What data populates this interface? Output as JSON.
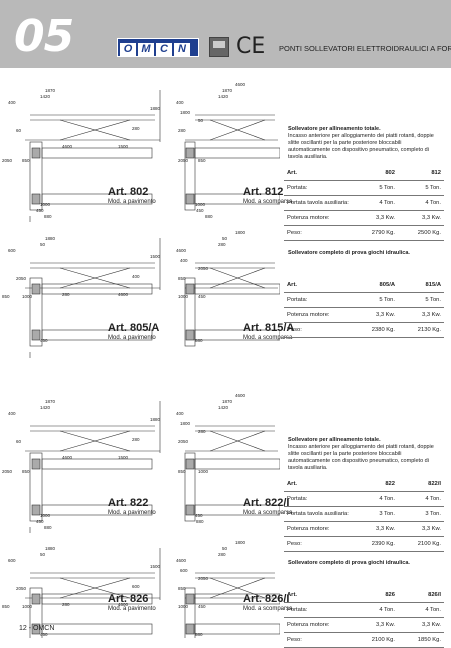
{
  "header": {
    "section_number": "05",
    "logo_letters": [
      "O",
      "M",
      "C",
      "N"
    ],
    "ce_mark": "CE",
    "title": "PONTI SOLLEVATORI ELETTROIDRAULICI A FORBICE"
  },
  "sections": [
    {
      "description_title": "Sollevatore per allineamento totale.",
      "description_text": "Incasso anteriore per alloggiamento dei piatti rotanti, doppie slitte oscillanti per la parte posteriore bloccabili automaticamente con dispositivo pneumatico, completo di tavola ausiliaria.",
      "art_floor": "Art. 802",
      "mod_floor": "Mod. a pavimento",
      "art_recess": "Art. 812",
      "mod_recess": "Mod. a scomparsa",
      "table": [
        [
          "Art.",
          "802",
          "812"
        ],
        [
          "Portata:",
          "5 Ton.",
          "5 Ton."
        ],
        [
          "Portata tavola ausiliaria:",
          "4 Ton.",
          "4 Ton."
        ],
        [
          "Potenza motore:",
          "3,3 Kw.",
          "3,3 Kw."
        ],
        [
          "Peso:",
          "2790 Kg.",
          "2500 Kg."
        ]
      ],
      "dims_left": [
        "1870",
        "1420",
        "400",
        "4600",
        "1500",
        "1880",
        "280",
        "60",
        "2050",
        "850",
        "1000",
        "450",
        "880"
      ],
      "dims_right": [
        "4600",
        "1870",
        "1420",
        "400",
        "1800",
        "50",
        "280",
        "2050",
        "850",
        "1000",
        "450",
        "880"
      ]
    },
    {
      "description_title": "Sollevatore completo di prova giochi idraulica.",
      "description_text": "",
      "art_floor": "Art. 805/A",
      "mod_floor": "Mod. a pavimento",
      "art_recess": "Art. 815/A",
      "mod_recess": "Mod. a scomparsa",
      "table": [
        [
          "Art.",
          "805/A",
          "815/A"
        ],
        [
          "Portata:",
          "5 Ton.",
          "5 Ton."
        ],
        [
          "Potenza motore:",
          "3,3 Kw.",
          "3,3 Kw."
        ],
        [
          "Peso:",
          "2380 Kg.",
          "2130 Kg."
        ]
      ],
      "dims_left": [
        "1880",
        "50",
        "600",
        "280",
        "4600",
        "1500",
        "400",
        "2050",
        "850",
        "1000",
        "450"
      ],
      "dims_right": [
        "1800",
        "50",
        "280",
        "4600",
        "400",
        "2050",
        "850",
        "1000",
        "450",
        "880"
      ]
    },
    {
      "description_title": "Sollevatore per allineamento totale.",
      "description_text": "Incasso anteriore per alloggiamento dei piatti rotanti, doppie slitte oscillanti per la parte posteriore bloccabili automaticamente con dispositivo pneumatico, completo di tavola ausiliaria.",
      "art_floor": "Art. 822",
      "mod_floor": "Mod. a pavimento",
      "art_recess": "Art. 822/I",
      "mod_recess": "Mod. a scomparsa",
      "table": [
        [
          "Art.",
          "822",
          "822/I"
        ],
        [
          "Portata:",
          "4 Ton.",
          "4 Ton."
        ],
        [
          "Portata tavola ausiliaria:",
          "3 Ton.",
          "3 Ton."
        ],
        [
          "Potenza motore:",
          "3,3 Kw.",
          "3,3 Kw."
        ],
        [
          "Peso:",
          "2390 Kg.",
          "2100 Kg."
        ]
      ],
      "dims_left": [
        "1870",
        "1420",
        "400",
        "4600",
        "1500",
        "1880",
        "280",
        "60",
        "2050",
        "850",
        "1000",
        "450",
        "880"
      ],
      "dims_right": [
        "4600",
        "1870",
        "1420",
        "400",
        "1800",
        "280",
        "2050",
        "850",
        "1000",
        "450",
        "880"
      ]
    },
    {
      "description_title": "Sollevatore completo di prova giochi idraulica.",
      "description_text": "",
      "art_floor": "Art. 826",
      "mod_floor": "Mod. a pavimento",
      "art_recess": "Art. 826/I",
      "mod_recess": "Mod. a scomparsa",
      "table": [
        [
          "Art.",
          "826",
          "826/I"
        ],
        [
          "Portata:",
          "4 Ton.",
          "4 Ton."
        ],
        [
          "Potenza motore:",
          "3,3 Kw.",
          "3,3 Kw."
        ],
        [
          "Peso:",
          "2100 Kg.",
          "1850 Kg."
        ]
      ],
      "dims_left": [
        "1880",
        "50",
        "600",
        "280",
        "4600",
        "1500",
        "600",
        "2050",
        "850",
        "1000",
        "450"
      ],
      "dims_right": [
        "1800",
        "50",
        "280",
        "4600",
        "600",
        "2050",
        "850",
        "1000",
        "450",
        "880"
      ]
    }
  ],
  "footer": "12 - OMCN"
}
